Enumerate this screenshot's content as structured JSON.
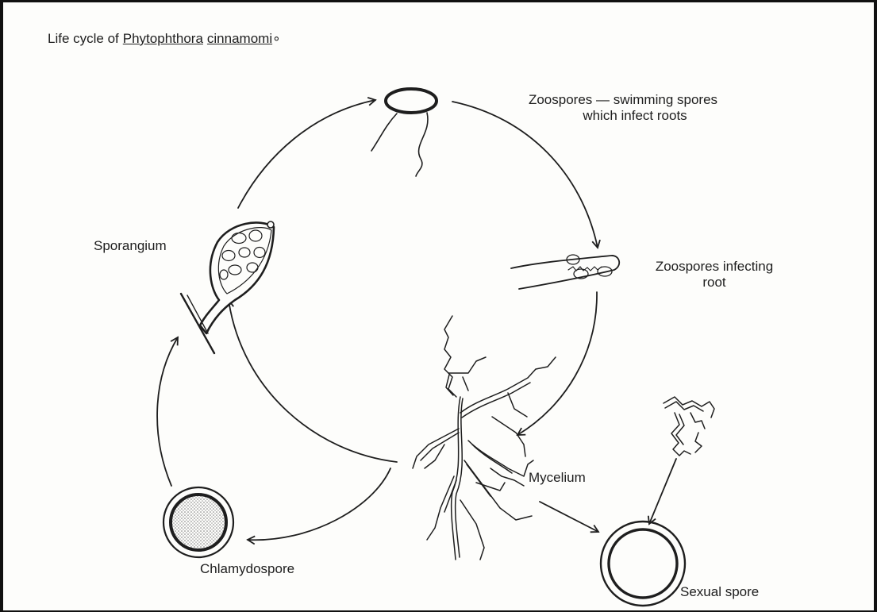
{
  "title": {
    "prefix": "Life cycle of",
    "genus": "Phytophthora",
    "species": "cinnamomi",
    "suffix": "∘"
  },
  "labels": {
    "zoospores_line1": "Zoospores — swimming spores",
    "zoospores_line2": "which infect roots",
    "sporangium": "Sporangium",
    "infecting_line1": "Zoospores infecting",
    "infecting_line2": "root",
    "mycelium": "Mycelium",
    "chlamydospore": "Chlamydospore",
    "sexual_spore": "Sexual spore"
  },
  "colors": {
    "ink": "#1e1e1e",
    "stipple": "#8a8a8a",
    "paper": "#fdfdfb"
  }
}
